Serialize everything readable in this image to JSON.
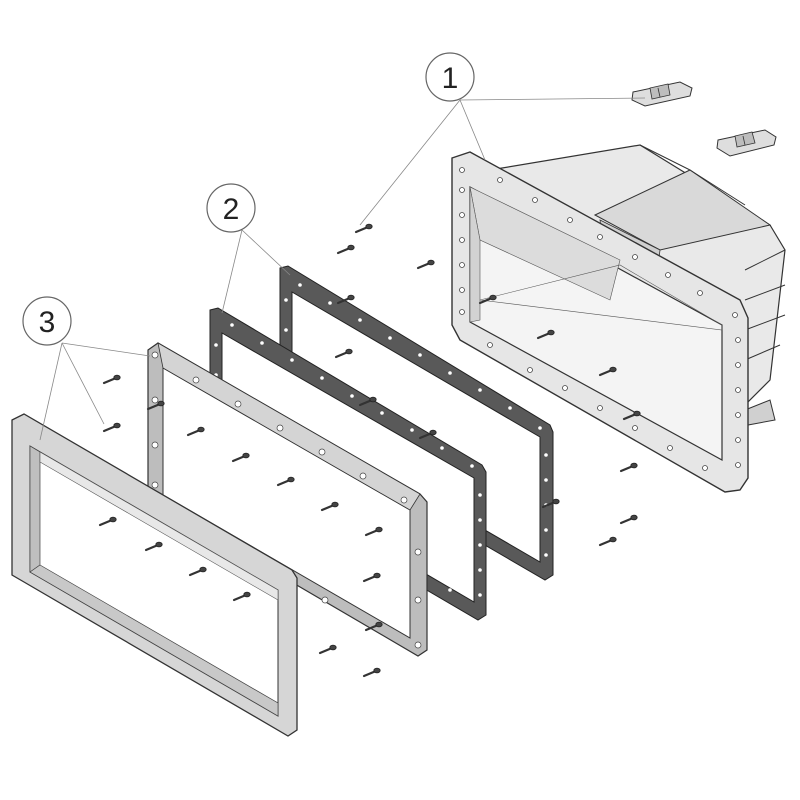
{
  "callouts": [
    {
      "label": "1",
      "part": "skimmer-body-with-clips-and-screws"
    },
    {
      "label": "2",
      "part": "gaskets"
    },
    {
      "label": "3",
      "part": "faceplate-frames-with-screws"
    }
  ],
  "colors": {
    "line": "#333333",
    "light_part": "#e8e8e8",
    "mid_part": "#c8c8c8",
    "dark_gasket": "#5a5a5a",
    "background": "#ffffff"
  }
}
